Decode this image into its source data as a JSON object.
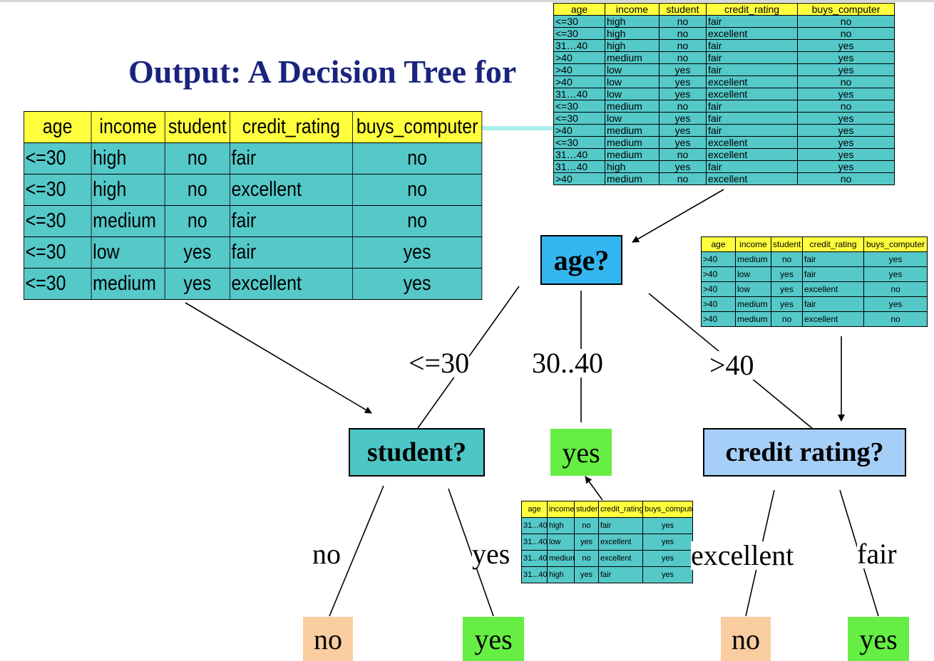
{
  "title": "Output: A Decision Tree for",
  "colors": {
    "header_yellow": "#ffff3d",
    "cell_teal": "#55c8c8",
    "title_blue": "#1a237e",
    "age_node": "#33b5f0",
    "student_node": "#4dc6c6",
    "credit_node": "#a6cff8",
    "leaf_yes": "#66ee44",
    "leaf_no": "#f9cda0"
  },
  "tables": {
    "full": {
      "headers": [
        "age",
        "income",
        "student",
        "credit_rating",
        "buys_computer"
      ],
      "rows": [
        [
          "<=30",
          "high",
          "no",
          "fair",
          "no"
        ],
        [
          "<=30",
          "high",
          "no",
          "excellent",
          "no"
        ],
        [
          "31…40",
          "high",
          "no",
          "fair",
          "yes"
        ],
        [
          ">40",
          "medium",
          "no",
          "fair",
          "yes"
        ],
        [
          ">40",
          "low",
          "yes",
          "fair",
          "yes"
        ],
        [
          ">40",
          "low",
          "yes",
          "excellent",
          "no"
        ],
        [
          "31…40",
          "low",
          "yes",
          "excellent",
          "yes"
        ],
        [
          "<=30",
          "medium",
          "no",
          "fair",
          "no"
        ],
        [
          "<=30",
          "low",
          "yes",
          "fair",
          "yes"
        ],
        [
          ">40",
          "medium",
          "yes",
          "fair",
          "yes"
        ],
        [
          "<=30",
          "medium",
          "yes",
          "excellent",
          "yes"
        ],
        [
          "31…40",
          "medium",
          "no",
          "excellent",
          "yes"
        ],
        [
          "31…40",
          "high",
          "yes",
          "fair",
          "yes"
        ],
        [
          ">40",
          "medium",
          "no",
          "excellent",
          "no"
        ]
      ]
    },
    "le30": {
      "headers": [
        "age",
        "income",
        "student",
        "credit_rating",
        "buys_computer"
      ],
      "rows": [
        [
          "<=30",
          "high",
          "no",
          "fair",
          "no"
        ],
        [
          "<=30",
          "high",
          "no",
          "excellent",
          "no"
        ],
        [
          "<=30",
          "medium",
          "no",
          "fair",
          "no"
        ],
        [
          "<=30",
          "low",
          "yes",
          "fair",
          "yes"
        ],
        [
          "<=30",
          "medium",
          "yes",
          "excellent",
          "yes"
        ]
      ]
    },
    "gt40": {
      "headers": [
        "age",
        "income",
        "student",
        "credit_rating",
        "buys_computer"
      ],
      "rows": [
        [
          ">40",
          "medium",
          "no",
          "fair",
          "yes"
        ],
        [
          ">40",
          "low",
          "yes",
          "fair",
          "yes"
        ],
        [
          ">40",
          "low",
          "yes",
          "excellent",
          "no"
        ],
        [
          ">40",
          "medium",
          "yes",
          "fair",
          "yes"
        ],
        [
          ">40",
          "medium",
          "no",
          "excellent",
          "no"
        ]
      ]
    },
    "r3140": {
      "headers": [
        "age",
        "income",
        "student",
        "credit_rating",
        "buys_computer"
      ],
      "rows": [
        [
          "31...40",
          "high",
          "no",
          "fair",
          "yes"
        ],
        [
          "31...40",
          "low",
          "yes",
          "excellent",
          "yes"
        ],
        [
          "31...40",
          "medium",
          "no",
          "excellent",
          "yes"
        ],
        [
          "31...40",
          "high",
          "yes",
          "fair",
          "yes"
        ]
      ]
    }
  },
  "tree": {
    "root": "age?",
    "student_node": "student?",
    "credit_node": "credit rating?",
    "branches": {
      "le30": "<=30",
      "r3140": "30..40",
      "gt40": ">40",
      "student_no": "no",
      "student_yes": "yes",
      "credit_excellent": "excellent",
      "credit_fair": "fair"
    },
    "leaves": {
      "mid": "yes",
      "student_no": "no",
      "student_yes": "yes",
      "credit_excellent": "no",
      "credit_fair": "yes"
    }
  }
}
